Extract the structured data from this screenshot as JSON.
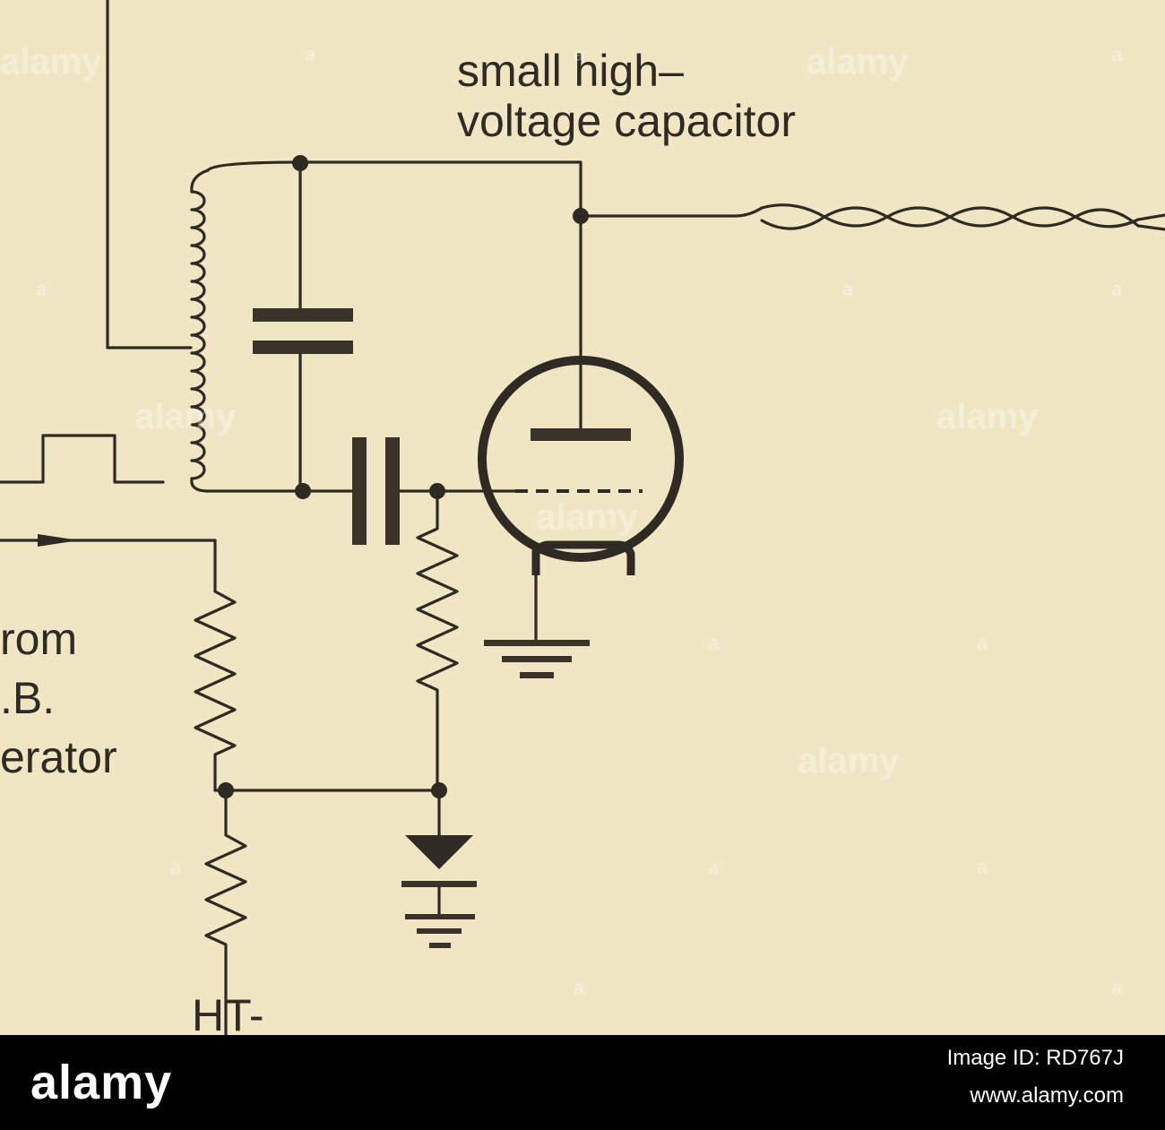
{
  "labels": {
    "cap_note_line1": "small high–",
    "cap_note_line2": "voltage capacitor",
    "from_line1": "rom",
    "from_line2": ".B.",
    "from_line3": "erator",
    "ht_minus": "HT-"
  },
  "watermark": {
    "text": "alamy",
    "small_text": "a"
  },
  "footer": {
    "logo": "alamy",
    "image_id": "Image ID: RD767J",
    "url": "www.alamy.com"
  }
}
